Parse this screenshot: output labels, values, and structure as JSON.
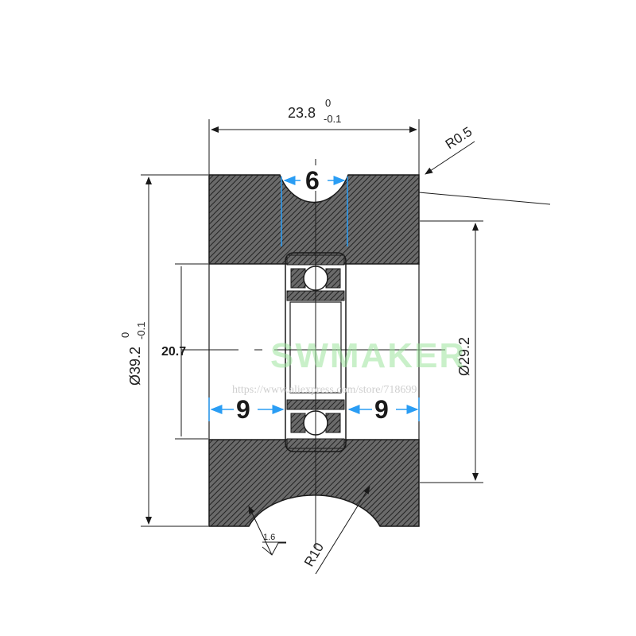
{
  "dimensions": {
    "width_main": "23.8",
    "width_tol_upper": "0",
    "width_tol_lower": "-0.1",
    "corner_radius": "R0.5",
    "bearing_width": "6",
    "outer_dia_main": "Ø39.2",
    "outer_dia_tol_upper": "0",
    "outer_dia_tol_lower": "-0.1",
    "inner_height": "20.7",
    "groove_dia": "Ø29.2",
    "side_left": "9",
    "side_right": "9",
    "roughness": "1.6",
    "groove_radius": "R10"
  },
  "watermark": {
    "brand": "SWMAKER",
    "url": "https://www.aliexpress.com/store/718699"
  },
  "colors": {
    "line": "#1a1a1a",
    "accent_dim": "#2a9df4",
    "section_fill": "#555555",
    "watermark": "#9ee59e"
  }
}
